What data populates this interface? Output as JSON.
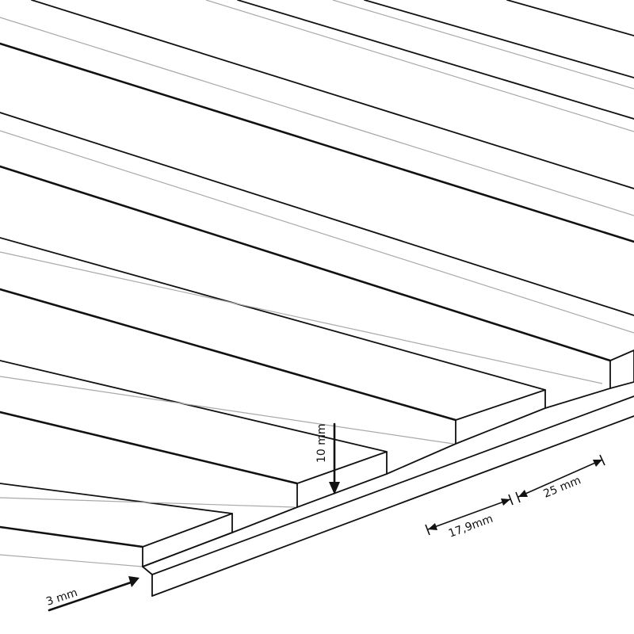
{
  "drawing": {
    "dimensions": {
      "slat_height": "10 mm",
      "base_thickness": "3 mm",
      "gap_width": "17,9mm",
      "slat_width": "25 mm"
    },
    "line_color": "#111111",
    "hidden_line_color": "#a9a9a9"
  }
}
